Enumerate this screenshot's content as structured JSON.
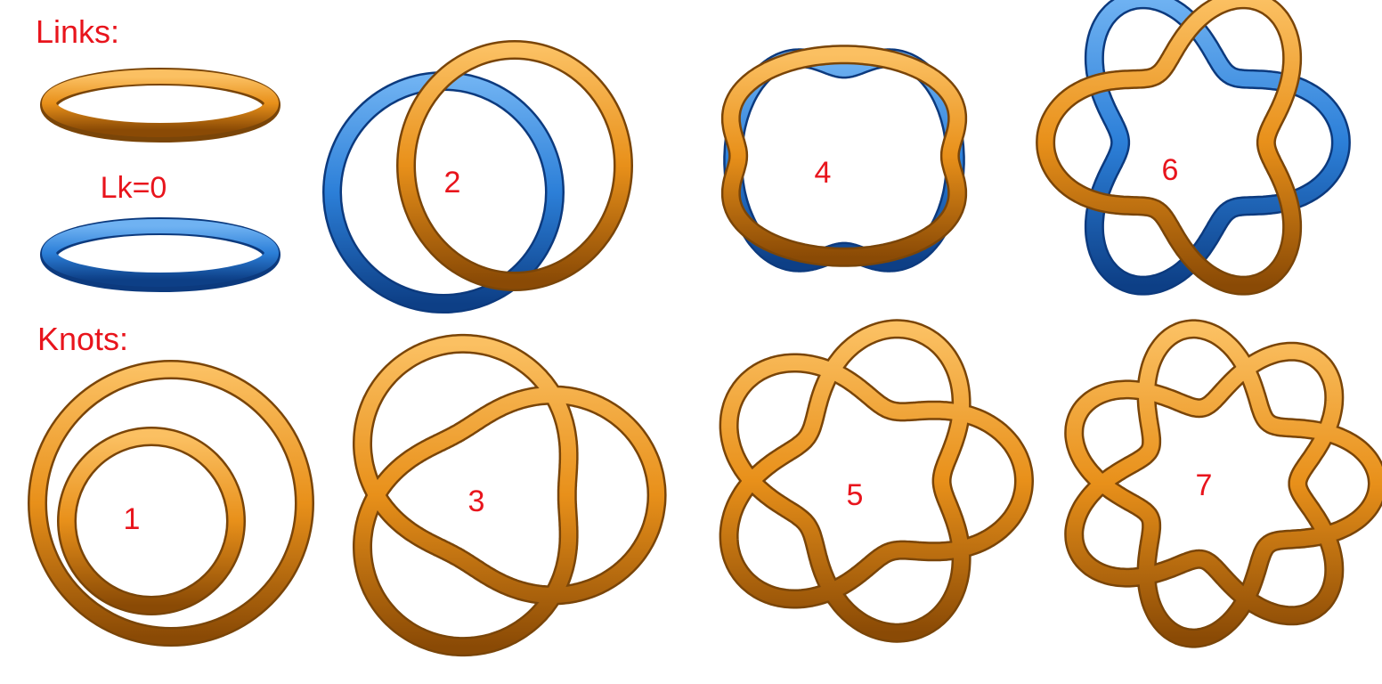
{
  "headings": {
    "links": "Links:",
    "knots": "Knots:"
  },
  "links": [
    {
      "label": "Lk=0",
      "components": 2
    },
    {
      "label": "2",
      "components": 2
    },
    {
      "label": "4",
      "components": 2
    },
    {
      "label": "6",
      "components": 2
    }
  ],
  "knots": [
    {
      "label": "1"
    },
    {
      "label": "3"
    },
    {
      "label": "5"
    },
    {
      "label": "7"
    }
  ],
  "colors": {
    "orange_tube": "#ee9a1c",
    "blue_tube": "#2f7fd6",
    "label_red": "#e8141c"
  }
}
